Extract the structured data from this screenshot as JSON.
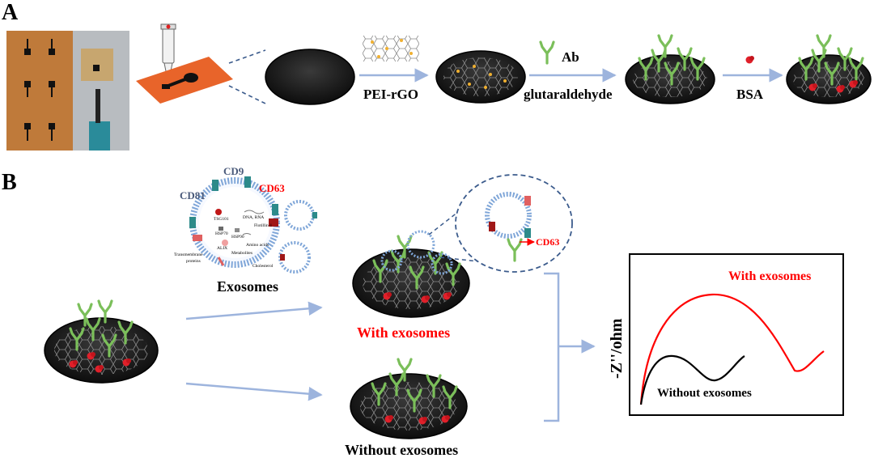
{
  "panels": {
    "a_label": "A",
    "b_label": "B"
  },
  "steps": {
    "pei_rgo": "PEI-rGO",
    "ab": "Ab",
    "glutaraldehyde": "glutaraldehyde",
    "bsa": "BSA"
  },
  "exosome": {
    "cd9": "CD9",
    "cd63": "CD63",
    "cd81": "CD81",
    "tsg101": "TSG101",
    "dna_rna": "DNA, RNA",
    "flotillin": "Flotillin-1",
    "hsp70": "HSP70",
    "hsp90": "HSP90",
    "alix": "ALIX",
    "amino_acids": "Amino acids",
    "metabolites": "Metabolites",
    "transmembrane": "Transmembrane",
    "proteins": "proteins",
    "cholesterol": "Cholesterol",
    "title": "Exosomes"
  },
  "zoom_cd63": "CD63",
  "results": {
    "with": "With exosomes",
    "without": "Without exosomes"
  },
  "plot": {
    "ylabel": "-Z''/ohm",
    "with_label": "With exosomes",
    "without_label": "Without exosomes",
    "with_color": "#ff0000",
    "without_color": "#000000"
  },
  "colors": {
    "arrow": "#9db4dd",
    "disk": "#1a1a1a",
    "antibody": "#7bbf5a",
    "bsa": "#e0202a",
    "orange_board": "#e8642a",
    "red_text": "#ff0000"
  }
}
